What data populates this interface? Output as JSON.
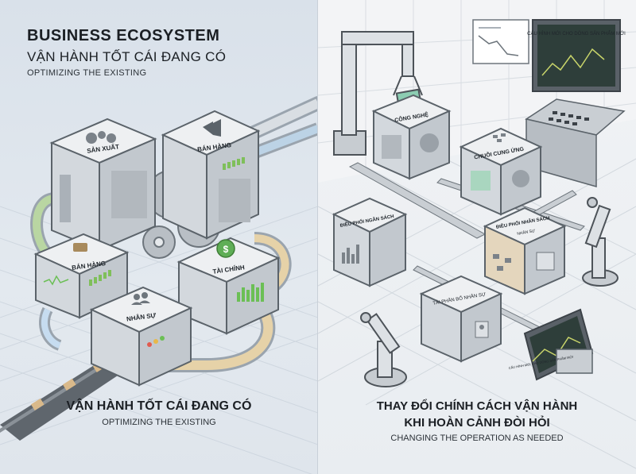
{
  "left_panel": {
    "title_main": "BUSINESS ECOSYSTEM",
    "title_sub": "VẬN HÀNH TỐT CÁI ĐANG CÓ",
    "title_en": "OPTIMIZING THE EXISTING",
    "modules": [
      {
        "label": "SẢN XUẤT",
        "icon": "gears-icon"
      },
      {
        "label": "BÁN HÀNG",
        "icon": "megaphone-icon"
      },
      {
        "label": "BÁN HÀNG",
        "icon": "briefcase-icon"
      },
      {
        "label": "TÀI CHÍNH",
        "icon": "dollar-icon"
      },
      {
        "label": "NHÂN SỰ",
        "icon": "people-icon"
      }
    ],
    "caption_main": "VẬN HÀNH TỐT CÁI ĐANG CÓ",
    "caption_en": "OPTIMIZING THE EXISTING"
  },
  "right_panel": {
    "modules": [
      {
        "label": "CÔNG NGHỆ",
        "icon": "chip-icon"
      },
      {
        "label": "CHUỖI CUNG ỨNG",
        "icon": "network-icon"
      },
      {
        "label": "ĐIỀU PHỐI NGÂN SÁCH",
        "icon": "chart-icon"
      },
      {
        "label": "ĐIỀU PHỐI NHÂN SÁCH",
        "sublabel": "NHÂN SỰ",
        "icon": "flowchart-icon"
      },
      {
        "label": "TÁI PHÂN BỔ NHÂN SỰ",
        "icon": "badge-icon"
      }
    ],
    "monitor_top_label": "CẤU HÌNH MỚI CHO DÒNG SẢN PHẨM MỚI",
    "monitor_bottom_label": "CẤU HÌNH MỚI CHO DÒNG SẢN PHẨM MỚI",
    "caption_line1": "THAY ĐỔI CHÍNH CÁCH VẬN HÀNH",
    "caption_line2": "KHI HOÀN CẢNH ĐÒI HỎI",
    "caption_en": "CHANGING THE OPERATION AS NEEDED"
  },
  "colors": {
    "left_bg": "#dfe5ec",
    "right_bg": "#eef1f4",
    "module_face": "#e6e9ec",
    "accent_green": "#7fbf5a",
    "text": "#1b1f24"
  }
}
